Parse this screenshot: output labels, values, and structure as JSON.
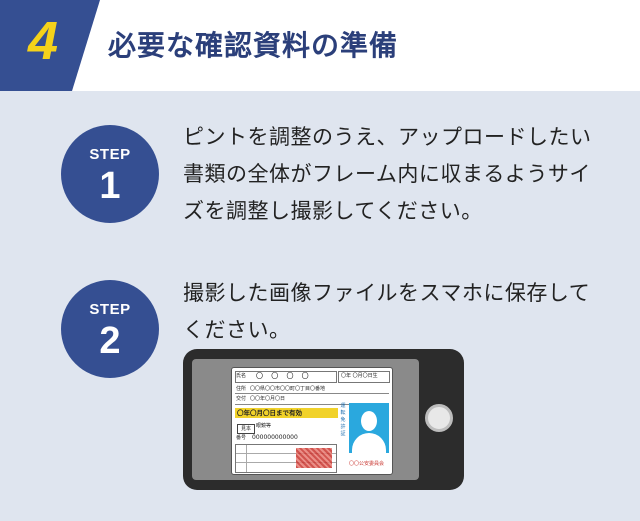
{
  "header": {
    "section_number": "4",
    "title": "必要な確認資料の準備"
  },
  "steps": [
    {
      "label": "STEP",
      "number": "1",
      "text": "ピントを調整のうえ、アップロードしたい書類の全体がフレーム内に収まるようサイズを調整し撮影してください。"
    },
    {
      "label": "STEP",
      "number": "2",
      "text": "撮影した画像ファイルをスマホに保存してください。"
    }
  ],
  "license": {
    "name_label": "氏名",
    "name_value": "〇 〇 〇 〇",
    "birth": "〇年 〇月〇日生",
    "address_label": "住所",
    "address_value": "〇〇県〇〇市〇〇町〇丁目〇番地",
    "issue_label": "交付",
    "issue_value": "〇〇年〇月〇日",
    "validity": "〇年〇月〇日まで有効",
    "conditions": "眼鏡等",
    "category": "見本",
    "number_label": "番号",
    "number_value": "000000000000",
    "side_text": "運転免許証",
    "issuer": "〇〇公安委員会"
  },
  "colors": {
    "navy": "#354f92",
    "yellow": "#f5d21a",
    "background": "#dfe5ef"
  }
}
